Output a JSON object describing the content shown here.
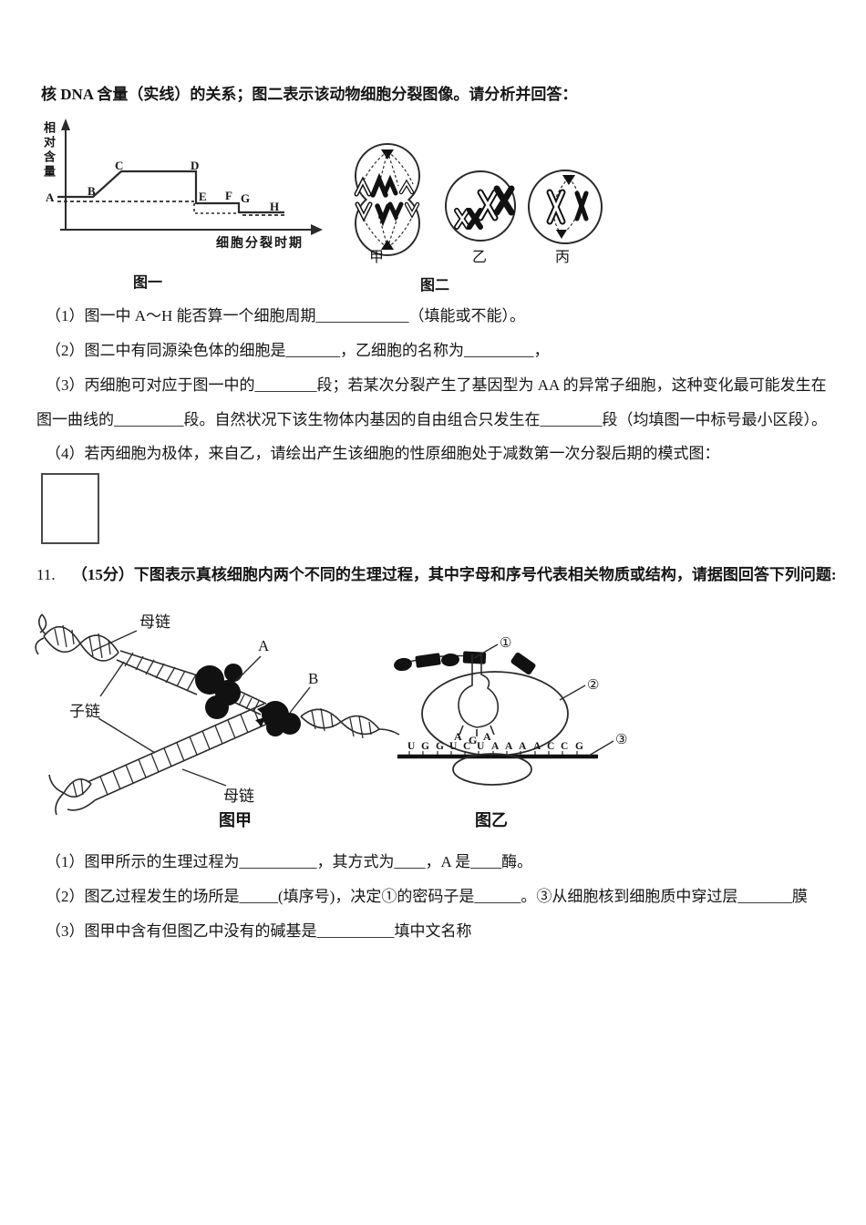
{
  "intro": "核 DNA 含量（实线）的关系；图二表示该动物细胞分裂图像。请分析并回答：",
  "fig1": {
    "caption": "图一",
    "y_axis": "相对含量",
    "x_axis": "细胞分裂时期",
    "points": [
      "A",
      "B",
      "C",
      "D",
      "E",
      "F",
      "G",
      "H"
    ],
    "chart_data": {
      "type": "line",
      "xlabel": "细胞分裂时期",
      "ylabel": "相对含量",
      "series": [
        {
          "name": "实线(核DNA含量)",
          "points": [
            [
              "A",
              2
            ],
            [
              "B",
              2
            ],
            [
              "C",
              4
            ],
            [
              "D",
              4
            ],
            [
              "E",
              2
            ],
            [
              "F",
              2
            ],
            [
              "G",
              1
            ],
            [
              "H",
              1
            ]
          ]
        },
        {
          "name": "虚线",
          "points": [
            [
              "A",
              2
            ],
            [
              "E",
              2
            ],
            [
              "F",
              1
            ],
            [
              "G",
              1
            ],
            [
              "H",
              1
            ]
          ]
        }
      ]
    }
  },
  "fig2": {
    "caption": "图二",
    "cells": [
      "甲",
      "乙",
      "丙"
    ]
  },
  "q10": {
    "lines": [
      "（1）图一中 A～H 能否算一个细胞周期____________（填能或不能）。",
      "（2）图二中有同源染色体的细胞是_______，乙细胞的名称为_________，",
      "（3）丙细胞可对应于图一中的________段；若某次分裂产生了基因型为 AA 的异常子细胞，这种变化最可能发生在",
      "图一曲线的_________段。自然状况下该生物体内基因的自由组合只发生在________段（均填图一中标号最小区段）。",
      "（4）若丙细胞为极体，来自乙，请绘出产生该细胞的性原细胞处于减数第一次分裂后期的模式图："
    ]
  },
  "q11": {
    "number": "11.",
    "score": "（15分）",
    "stem": "下图表示真核细胞内两个不同的生理过程，其中字母和序号代表相关物质或结构，请据图回答下列问题:",
    "lines": [
      "（1）图甲所示的生理过程为__________，其方式为____，A 是____酶。",
      "（2）图乙过程发生的场所是_____(填序号)，决定①的密码子是______。③从细胞核到细胞质中穿过层_______膜",
      "（3）图甲中含有但图乙中没有的碱基是__________填中文名称"
    ]
  },
  "figJia": {
    "caption": "图甲",
    "mother_top": "母链",
    "daughter": "子链",
    "mother_bottom": "母链",
    "label_a": "A",
    "label_b": "B"
  },
  "figYi": {
    "caption": "图乙",
    "marker1": "①",
    "marker2": "②",
    "marker3": "③",
    "anticodon": [
      "A",
      "G",
      "A"
    ],
    "mrna": [
      "U",
      "G",
      "G",
      "U",
      "C",
      "U",
      "A",
      "A",
      "A",
      "A",
      "C",
      "C",
      "G"
    ]
  }
}
